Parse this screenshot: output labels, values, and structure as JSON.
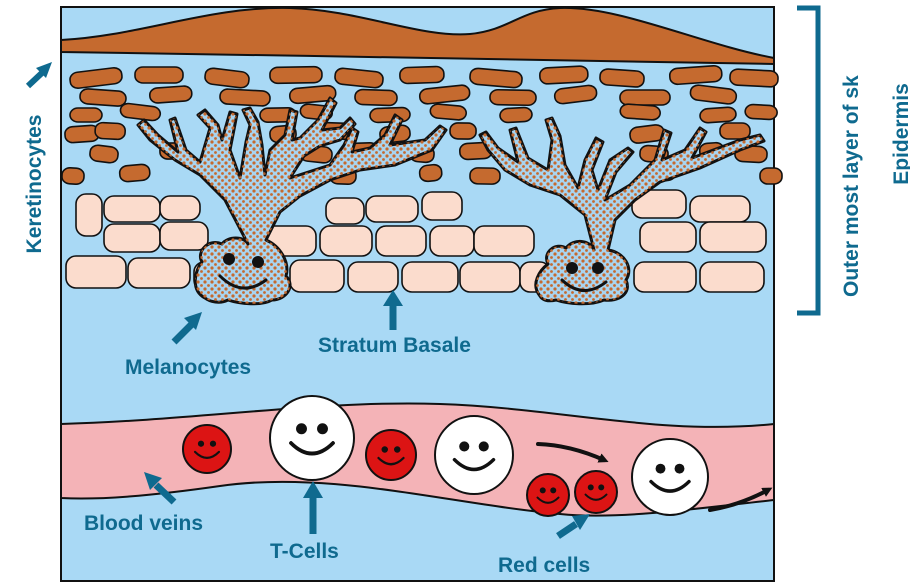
{
  "labels": {
    "keratinocytes": "Keretinocytes",
    "outer_layer": "Outer most layer of sk",
    "epidermis": "Epidermis",
    "melanocytes": "Melanocytes",
    "stratum_basale": "Stratum Basale",
    "blood_veins": "Blood veins",
    "t_cells": "T-Cells",
    "red_cells": "Red cells"
  },
  "colors": {
    "background": "#a9d9f5",
    "stratum_corneum": "#c56a2f",
    "keratinocyte": "#c56a2f",
    "basal_cell": "#fbdccd",
    "melanocyte": "#a8d4f0",
    "melanin_dot": "#c56a2f",
    "blood_vessel": "#f4b3b7",
    "red_cell": "#dc1414",
    "t_cell": "#ffffff",
    "label": "#0f6a8f"
  },
  "icons": [
    "arrow-icon",
    "bracket-icon",
    "smiley-face-icon"
  ]
}
